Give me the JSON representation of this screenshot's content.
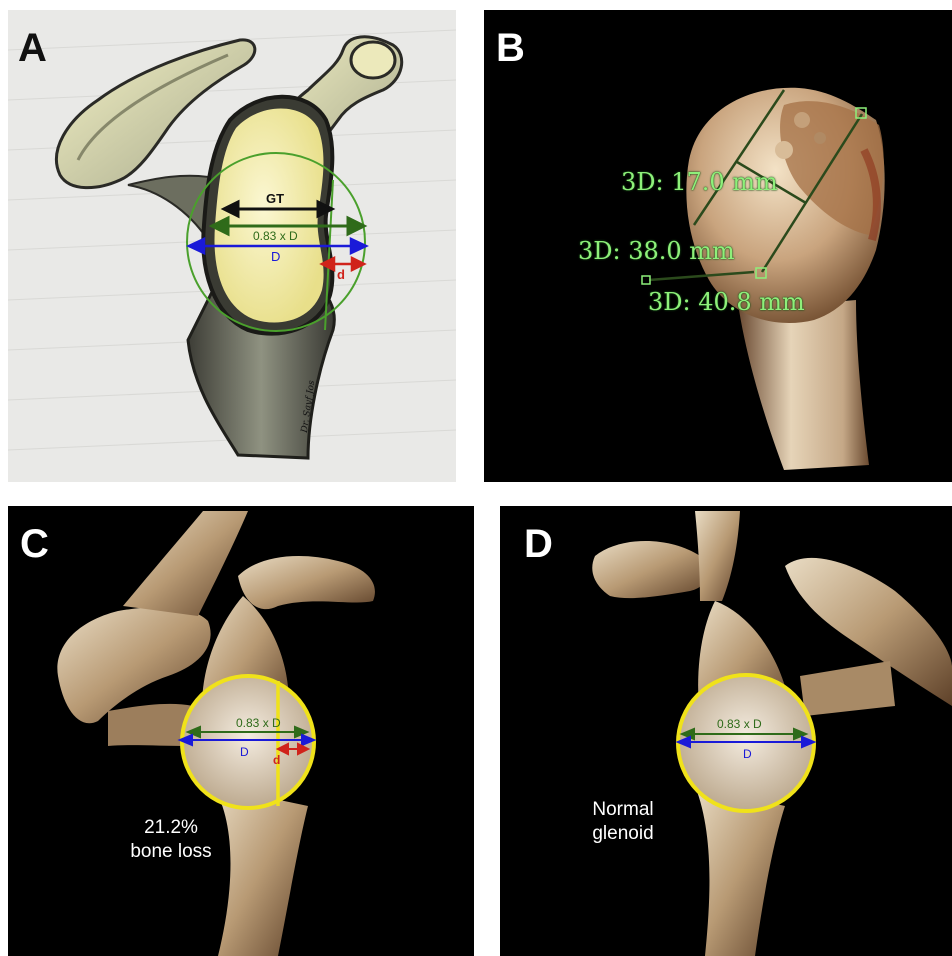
{
  "panels": {
    "a": {
      "letter": "A",
      "gt": "GT",
      "fraction": "0.83 x D",
      "diameter": "D",
      "defect": "d",
      "signature": "Dr. Sayf Jos"
    },
    "b": {
      "letter": "B",
      "m1": "3D: 17.0 mm",
      "m2": "3D: 38.0 mm",
      "m3": "3D: 40.8 mm"
    },
    "c": {
      "letter": "C",
      "fraction": "0.83 x D",
      "diameter": "D",
      "defect": "d",
      "caption_line1": "21.2%",
      "caption_line2": "bone loss"
    },
    "d": {
      "letter": "D",
      "fraction": "0.83 x D",
      "diameter": "D",
      "caption_line1": "Normal",
      "caption_line2": "glenoid"
    }
  },
  "colors": {
    "blue_arrow": "#1a1ad8",
    "green_arrow": "#2f6b1a",
    "red_arrow": "#d0231b",
    "black_arrow": "#111111",
    "circle_green": "#4aa02c",
    "circle_yellow": "#f0e21a",
    "measure_text": "#8ef07a"
  }
}
